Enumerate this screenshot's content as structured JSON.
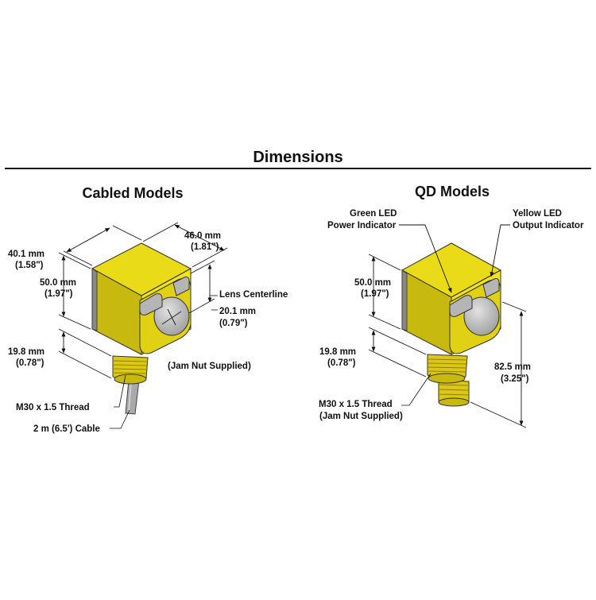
{
  "title": "Dimensions",
  "colors": {
    "housing_yellow": "#f2e31a",
    "housing_shadow": "#c8b90e",
    "housing_dark": "#a89a0a",
    "thread_yellow": "#dcc812",
    "lens_gray": "#b8b8b8",
    "lens_light": "#d6d6d6",
    "cable_gray": "#a9a9a9",
    "line": "#111111"
  },
  "cabled": {
    "heading": "Cabled Models",
    "labels": {
      "width_mm": "40.1 mm",
      "width_in": "(1.58\")",
      "depth_mm": "46.0 mm",
      "depth_in": "(1.81\")",
      "height_mm": "50.0 mm",
      "height_in": "(1.97\")",
      "lens_centerline": "Lens Centerline",
      "lens_mm": "20.1 mm",
      "lens_in": "(0.79\")",
      "thread_len_mm": "19.8 mm",
      "thread_len_in": "(0.78\")",
      "jam_nut": "(Jam Nut Supplied)",
      "thread": "M30 x 1.5 Thread",
      "cable": "2 m (6.5') Cable"
    }
  },
  "qd": {
    "heading": "QD Models",
    "labels": {
      "green_led_1": "Green LED",
      "green_led_2": "Power Indicator",
      "yellow_led_1": "Yellow LED",
      "yellow_led_2": "Output Indicator",
      "height_mm": "50.0 mm",
      "height_in": "(1.97\")",
      "thread_len_mm": "19.8 mm",
      "thread_len_in": "(0.78\")",
      "overall_mm": "82.5 mm",
      "overall_in": "(3.25\")",
      "thread": "M30 x 1.5 Thread",
      "jam_nut": "(Jam Nut Supplied)"
    }
  }
}
